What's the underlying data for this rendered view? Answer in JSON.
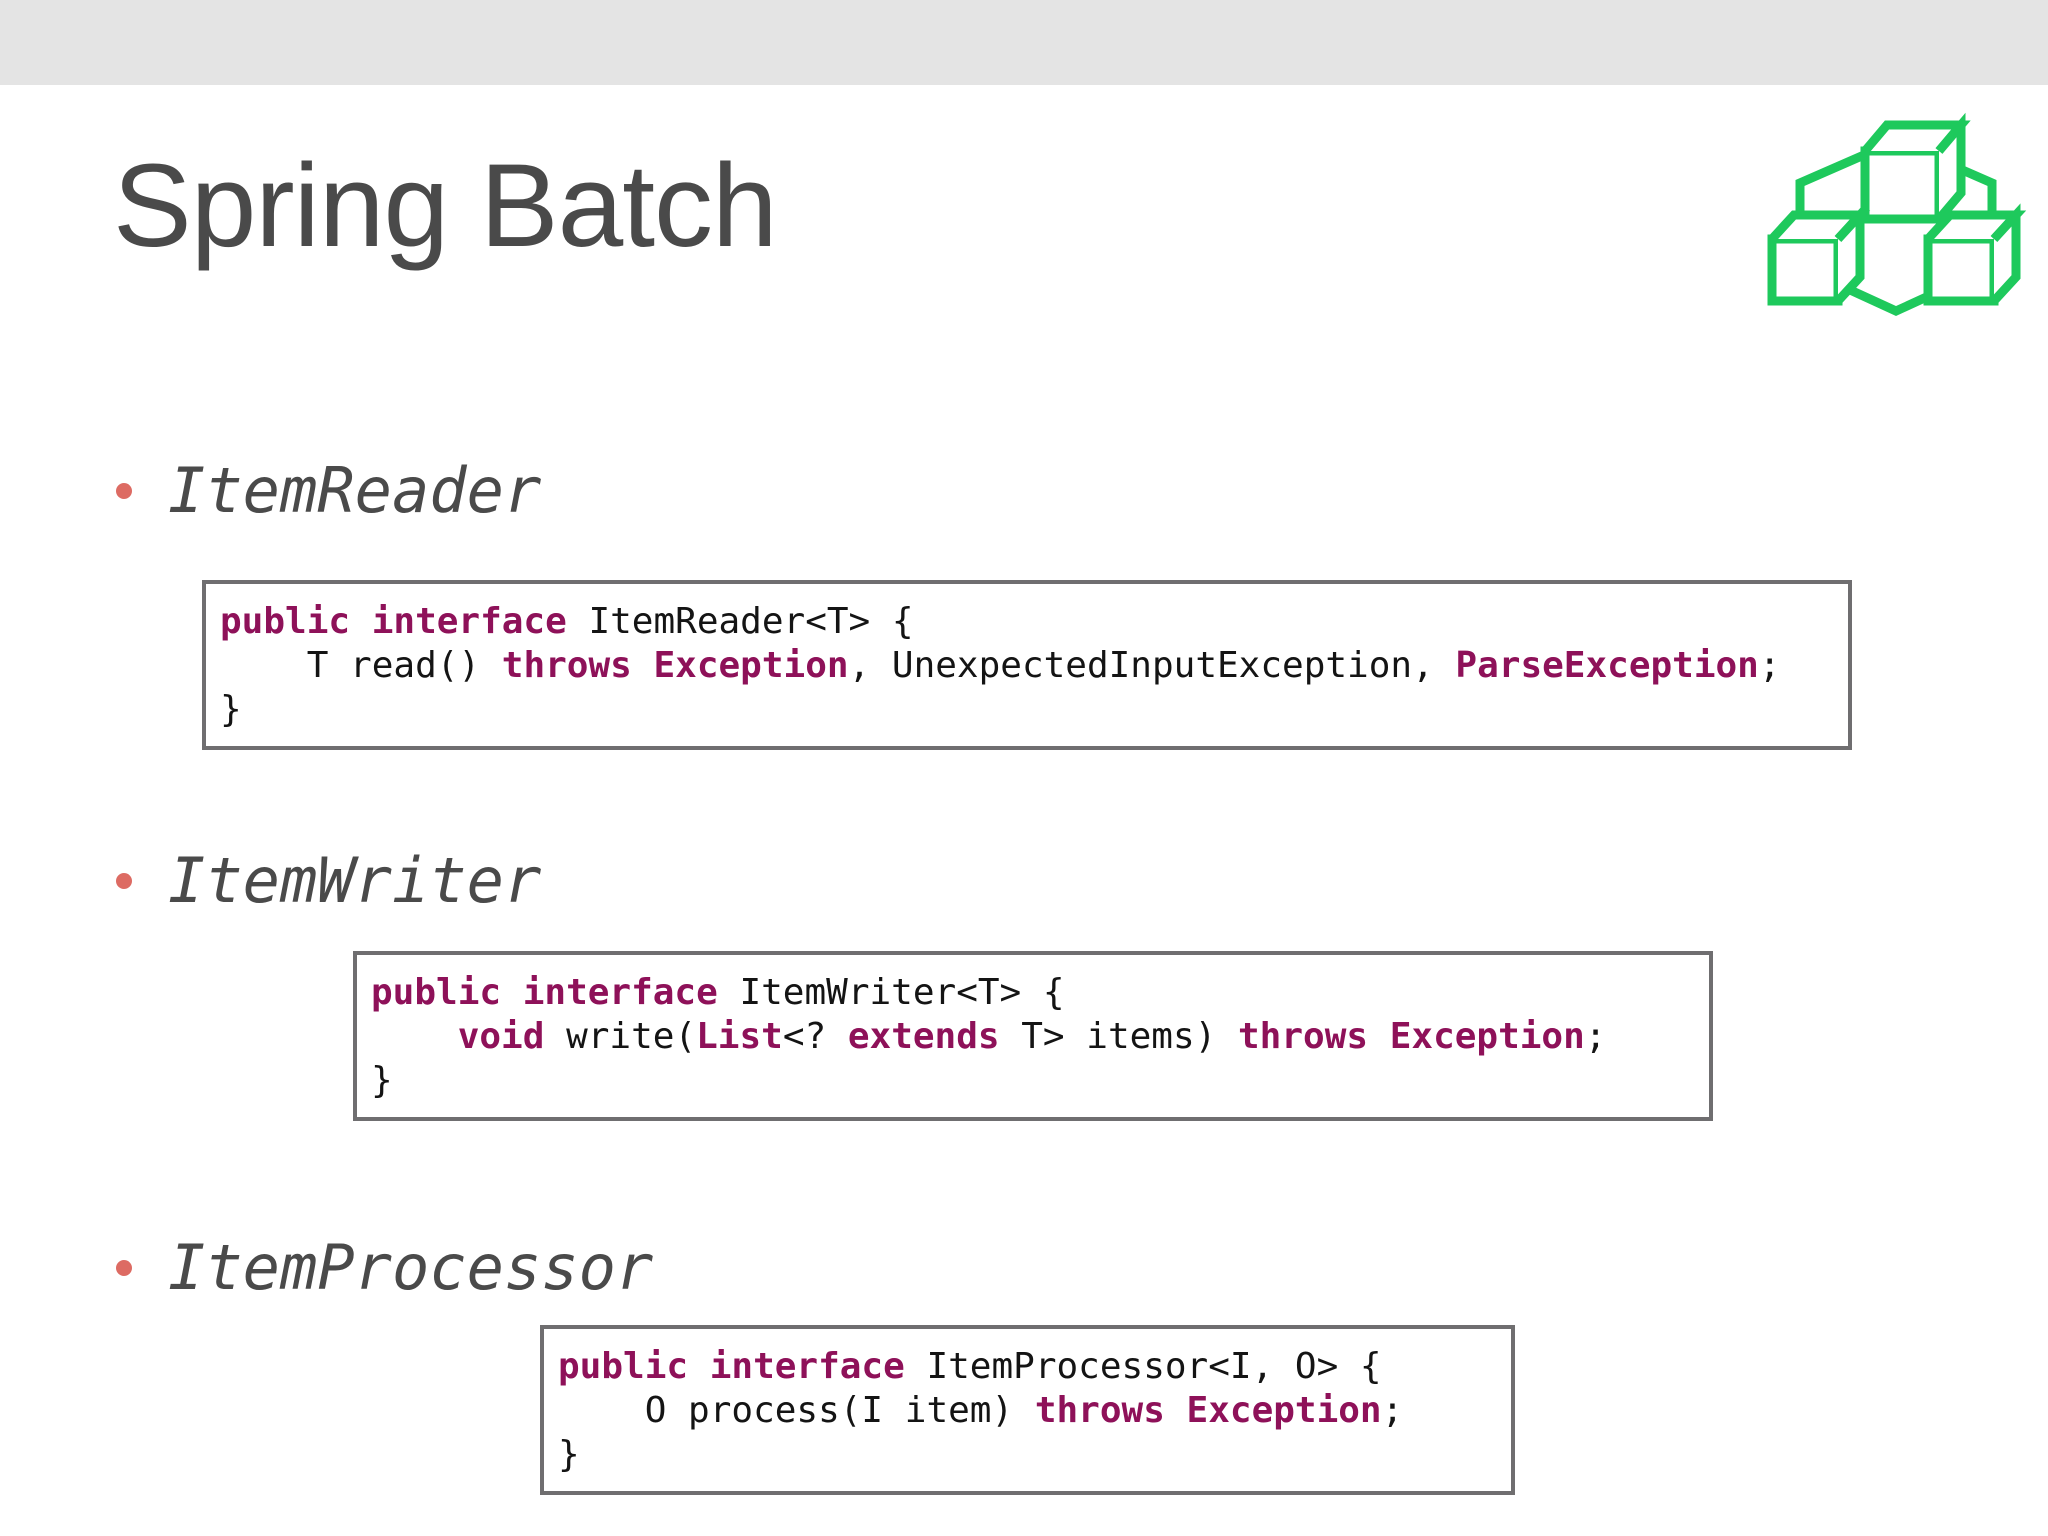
{
  "window": {
    "top_bar_color": "#e4e4e4"
  },
  "slide": {
    "title": "Spring Batch",
    "title_color": "#4a4a4a",
    "background_color": "#ffffff",
    "logo": {
      "name": "spring-batch-cubes-logo",
      "color": "#1ec95c",
      "description": "three outlined cubes connected by lines"
    },
    "bullets": [
      {
        "label": "ItemReader",
        "dot_color": "#dd6b63"
      },
      {
        "label": "ItemWriter",
        "dot_color": "#dd6b63"
      },
      {
        "label": "ItemProcessor",
        "dot_color": "#dd6b63"
      }
    ],
    "code_blocks": [
      {
        "id": "item-reader",
        "keyword_color": "#8e1159",
        "border_color": "#6f6e70",
        "lines": [
          [
            {
              "t": "public interface",
              "k": true
            },
            {
              "t": " ItemReader<T> {",
              "k": false
            }
          ],
          [
            {
              "t": "    T read() ",
              "k": false
            },
            {
              "t": "throws Exception",
              "k": true
            },
            {
              "t": ", UnexpectedInputException, ",
              "k": false
            },
            {
              "t": "ParseException",
              "k": true
            },
            {
              "t": ";",
              "k": false
            }
          ],
          [
            {
              "t": "}",
              "k": false
            }
          ]
        ]
      },
      {
        "id": "item-writer",
        "keyword_color": "#8e1159",
        "border_color": "#6f6e70",
        "lines": [
          [
            {
              "t": "public interface",
              "k": true
            },
            {
              "t": " ItemWriter<T> {",
              "k": false
            }
          ],
          [
            {
              "t": "    ",
              "k": false
            },
            {
              "t": "void",
              "k": true
            },
            {
              "t": " write(",
              "k": false
            },
            {
              "t": "List",
              "k": true
            },
            {
              "t": "<? ",
              "k": false
            },
            {
              "t": "extends",
              "k": true
            },
            {
              "t": " T> items) ",
              "k": false
            },
            {
              "t": "throws Exception",
              "k": true
            },
            {
              "t": ";",
              "k": false
            }
          ],
          [
            {
              "t": "}",
              "k": false
            }
          ]
        ]
      },
      {
        "id": "item-processor",
        "keyword_color": "#8e1159",
        "border_color": "#6f6e70",
        "lines": [
          [
            {
              "t": "public interface",
              "k": true
            },
            {
              "t": " ItemProcessor<I, O> {",
              "k": false
            }
          ],
          [
            {
              "t": "    O process(I item) ",
              "k": false
            },
            {
              "t": "throws Exception",
              "k": true
            },
            {
              "t": ";",
              "k": false
            }
          ],
          [
            {
              "t": "}",
              "k": false
            }
          ]
        ]
      }
    ]
  }
}
